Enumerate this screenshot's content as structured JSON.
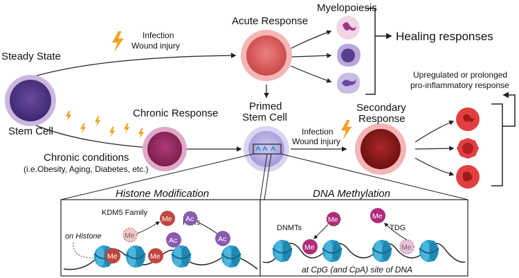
{
  "labels": {
    "steady_state": "Steady State",
    "stem_cell": "Stem Cell",
    "acute_response": "Acute Response",
    "myelopoiesis": "Myelopoiesis",
    "healing_responses": "Healing responses",
    "infection_1": "Infection",
    "wound_1": "Wound injury",
    "chronic_response": "Chronic Response",
    "primed_1": "Primed",
    "primed_2": "Stem Cell",
    "infection_2": "Infection",
    "wound_2": "Wound injury",
    "secondary_1": "Secondary",
    "secondary_2": "Response",
    "upregulated_1": "Upregulated or prolonged",
    "upregulated_2": "pro-inflammatory response",
    "chronic_cond_1": "Chronic conditions",
    "chronic_cond_2": "(i.e.Obesity, Aging, Diabetes, etc.)"
  },
  "histone_panel": {
    "title": "Histone Modification",
    "kdm5": "KDM5 Family",
    "hats": "HATs",
    "on_histone": "on Histone"
  },
  "dna_panel": {
    "title": "DNA Methylation",
    "dnmts": "DNMTs",
    "tdg": "TDG",
    "site": "at CpG (and CpA) site of DNA"
  },
  "marks": {
    "me": "Me",
    "ac": "Ac"
  },
  "colors": {
    "stem_purple": "#5a3d8f",
    "acute_red": "#e06060",
    "chronic_magenta": "#9a2a60",
    "primed_lavender": "#b8b2e0",
    "secondary_darkred": "#8b1a1a",
    "lightning_orange": "#f5a020",
    "me_red": "#c0463f",
    "ac_purple": "#8a5bb0",
    "me_magenta": "#b02b7a",
    "nucleosome_teal": "#2a9cc8"
  }
}
